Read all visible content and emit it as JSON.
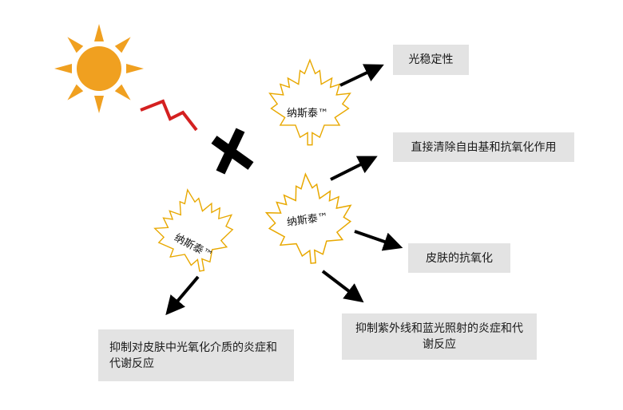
{
  "product": {
    "name": "纳斯泰™"
  },
  "benefits": {
    "photostability": "光稳定性",
    "radical_scavenging": "直接清除自由基和抗氧化作用",
    "skin_antioxidant": "皮肤的抗氧化",
    "uv_blue_light": "抑制紫外线和蓝光照射的炎症和代谢反应",
    "photooxidation_mediator": "抑制对皮肤中光氧化介质的炎症和代谢反应"
  },
  "colors": {
    "sun": "#f0a020",
    "lightning": "#d42020",
    "leaf_outline": "#e8a800",
    "box_bg": "#e3e3e3",
    "arrow": "#000000"
  },
  "icons": [
    "sun-icon",
    "lightning-icon",
    "cross-icon",
    "maple-leaf-icon",
    "arrow-icon"
  ]
}
